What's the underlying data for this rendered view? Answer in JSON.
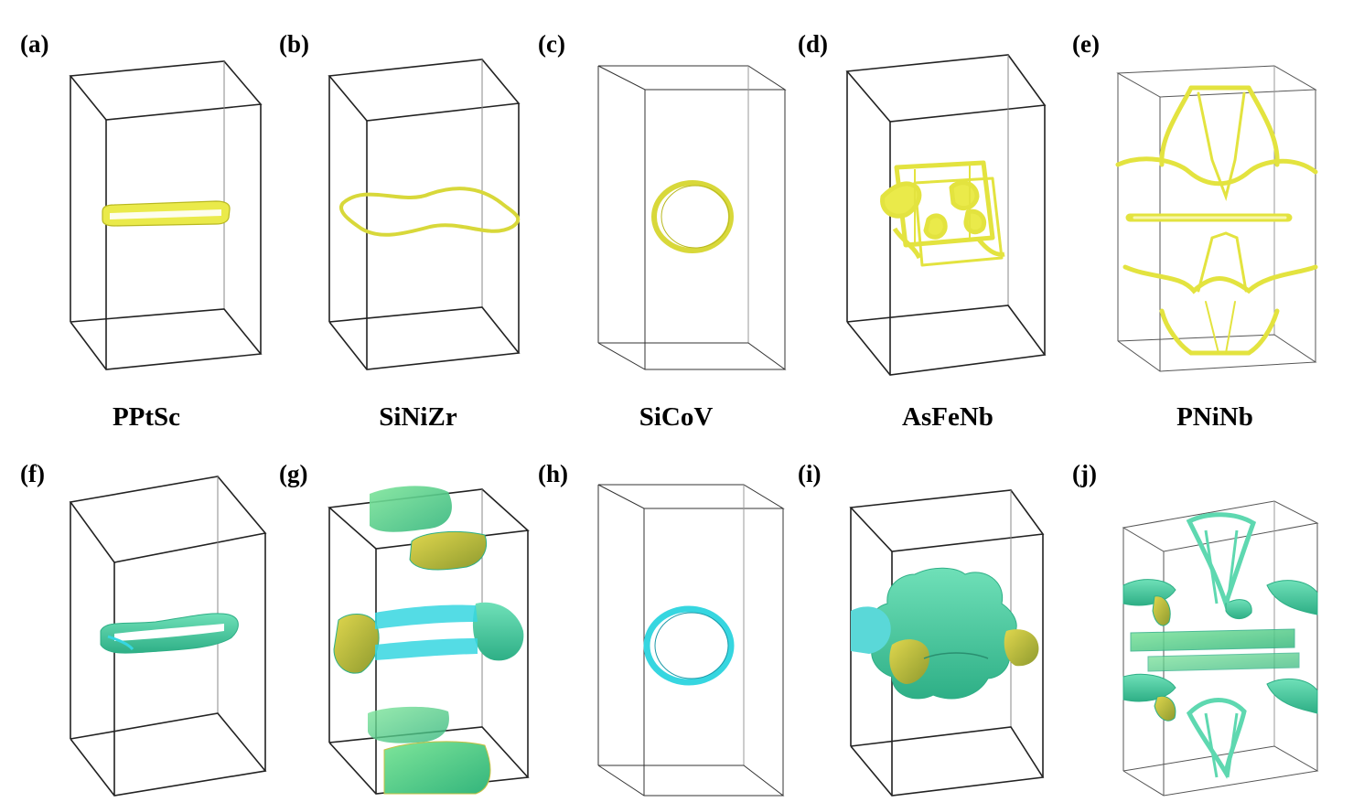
{
  "figure": {
    "top_labels": [
      "(a)",
      "(b)",
      "(c)",
      "(d)",
      "(e)"
    ],
    "bottom_labels": [
      "(f)",
      "(g)",
      "(h)",
      "(i)",
      "(j)"
    ],
    "compounds": [
      "PPtSc",
      "SiNiZr",
      "SiCoV",
      "AsFeNb",
      "PNiNb"
    ]
  },
  "colors": {
    "yellow_surface": "#EAEA4A",
    "yellow_edge": "#B8B820",
    "teal_surface": "#40C8A0",
    "cyan_surface": "#36D6E0",
    "green_surface": "#5ED890",
    "ochre_surface": "#C8C040",
    "box_edge": "#222222",
    "box_edge_light": "#888888"
  }
}
